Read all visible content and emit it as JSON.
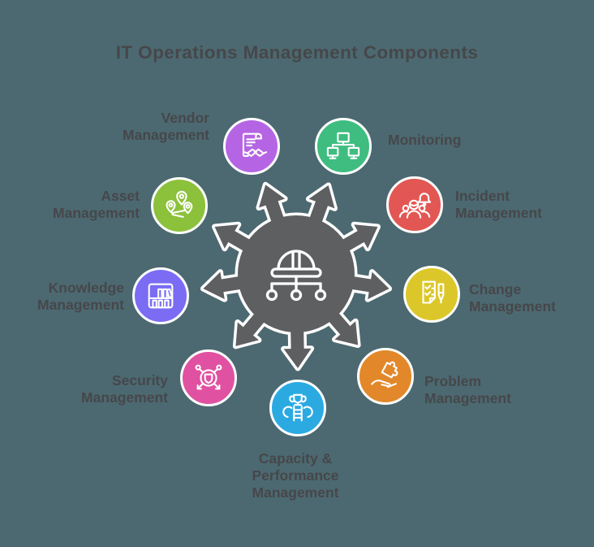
{
  "title": "IT Operations Management Components",
  "colors": {
    "background": "#4c6971",
    "hub": "#5e5f61",
    "text": "#46474a",
    "outline": "#ffffff"
  },
  "hub": {
    "icon": "hard-hat-org-chart-icon",
    "spokes": 9
  },
  "components": [
    {
      "id": "vendor",
      "label_lines": [
        "Vendor",
        "Management"
      ],
      "color": "#b565e3",
      "icon": "contract-handshake-icon"
    },
    {
      "id": "monitoring",
      "label_lines": [
        "Monitoring"
      ],
      "color": "#3fbd80",
      "icon": "network-monitors-icon"
    },
    {
      "id": "asset",
      "label_lines": [
        "Asset",
        "Management"
      ],
      "color": "#8bc13b",
      "icon": "map-pins-icon"
    },
    {
      "id": "incident",
      "label_lines": [
        "Incident",
        "Management"
      ],
      "color": "#e25754",
      "icon": "alert-bell-people-icon"
    },
    {
      "id": "knowledge",
      "label_lines": [
        "Knowledge",
        "Management"
      ],
      "color": "#7a6cf3",
      "icon": "bookshelf-icon"
    },
    {
      "id": "change",
      "label_lines": [
        "Change",
        "Management"
      ],
      "color": "#dcc72a",
      "icon": "checklist-pen-icon"
    },
    {
      "id": "security",
      "label_lines": [
        "Security",
        "Management"
      ],
      "color": "#e051a1",
      "icon": "shield-network-icon"
    },
    {
      "id": "problem",
      "label_lines": [
        "Problem",
        "Management"
      ],
      "color": "#e2882a",
      "icon": "hand-puzzle-icon"
    },
    {
      "id": "capacity",
      "label_lines": [
        "Capacity &",
        "Performance",
        "Management"
      ],
      "color": "#2baae2",
      "icon": "trophy-ladder-cloud-icon"
    }
  ]
}
